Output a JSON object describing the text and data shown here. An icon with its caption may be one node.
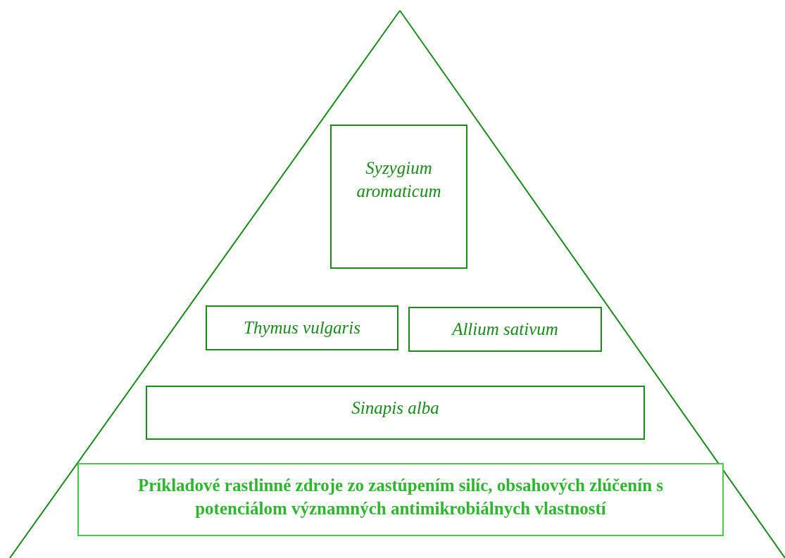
{
  "diagram": {
    "nodes": [
      {
        "text": [
          "Syzygium aromaticum"
        ]
      },
      {
        "text": [
          "Thymus vulgaris"
        ]
      },
      {
        "text": [
          "Allium sativum"
        ]
      },
      {
        "text": [
          "Sinapis alba"
        ]
      },
      {
        "text": [
          "Príkladové rastlinné zdroje zo zastúpením silíc, obsahových zlúčenín s potenciálom významných antimikrobiálnych vlastností"
        ]
      }
    ]
  }
}
